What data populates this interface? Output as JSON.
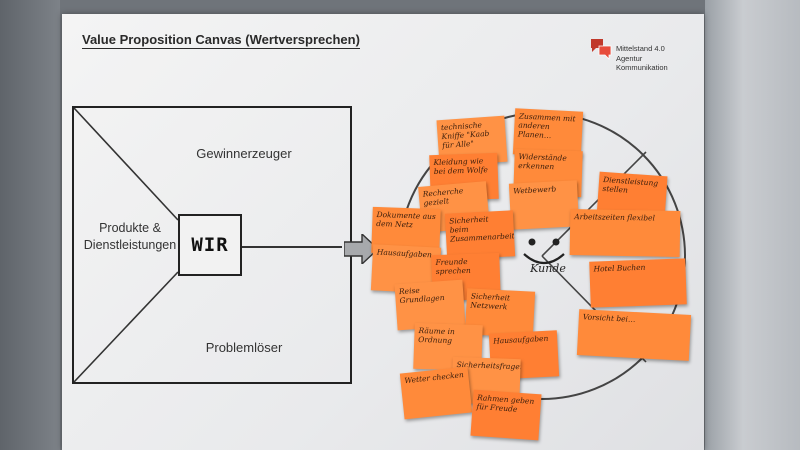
{
  "poster": {
    "title": "Value Proposition Canvas (Wertversprechen)",
    "brand": {
      "line1": "Mittelstand 4.0",
      "line2": "Agentur",
      "line3": "Kommunikation",
      "logo_icon": "speech-bubbles-logo-icon"
    }
  },
  "product_square": {
    "gain_creators": "Gewinnerzeuger",
    "products_line1": "Produkte &",
    "products_line2": "Dienstleistungen",
    "pain_relievers": "Problemlöser",
    "center": "WIR"
  },
  "customer_circle": {
    "center": "Kunde"
  },
  "sticky_notes": [
    {
      "text": "technische Kniffe \"Kaab für Alle\""
    },
    {
      "text": "Zusammen mit anderen Planen…"
    },
    {
      "text": "Kleidung wie bei dem Wolfe"
    },
    {
      "text": "Widerstände erkennen"
    },
    {
      "text": "Wetbewerb"
    },
    {
      "text": "Dienstleistung stellen"
    },
    {
      "text": "Recherche gezielt"
    },
    {
      "text": "Dokumente aus dem Netz"
    },
    {
      "text": "Sicherheit beim Zusammenarbeiten"
    },
    {
      "text": "Arbeitszeiten flexibel"
    },
    {
      "text": "Hausaufgaben"
    },
    {
      "text": "Freunde sprechen"
    },
    {
      "text": "Reise Grundlagen"
    },
    {
      "text": "Sicherheit Netzwerk"
    },
    {
      "text": "Hotel Buchen"
    },
    {
      "text": "Vorsicht bei…"
    },
    {
      "text": "Räume in Ordnung"
    },
    {
      "text": "Hausaufgaben"
    },
    {
      "text": "Sicherheitsfragen"
    },
    {
      "text": "Wetter checken"
    },
    {
      "text": "Rahmen geben für Freude"
    }
  ]
}
